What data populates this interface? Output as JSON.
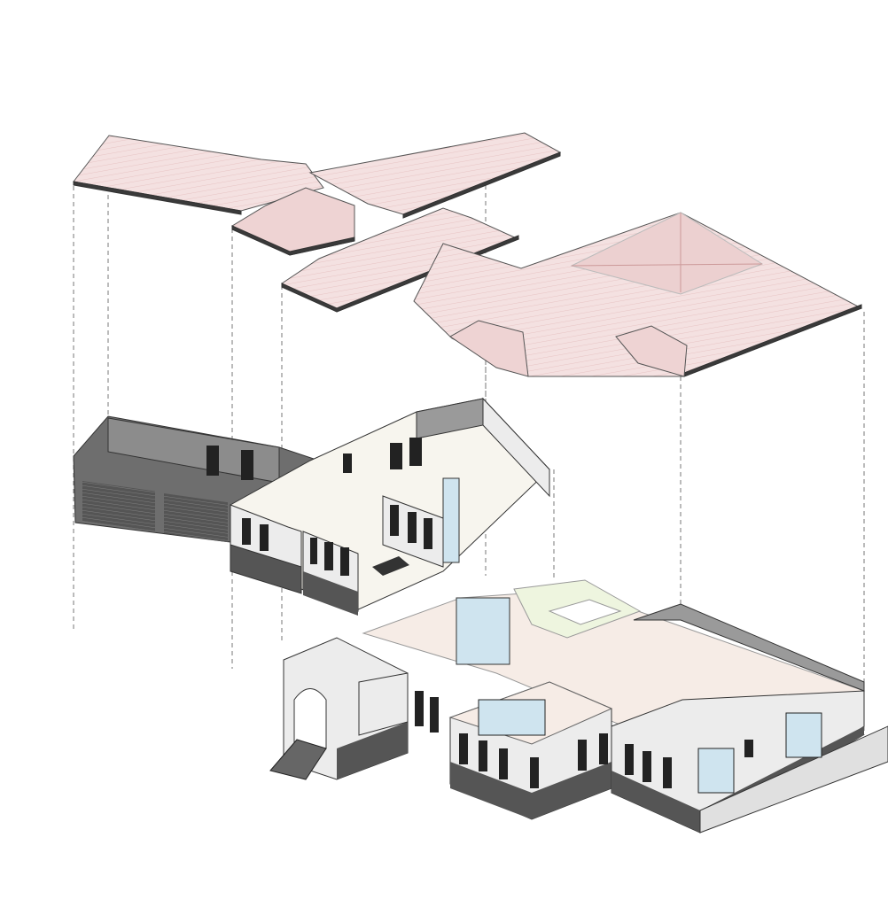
{
  "diagram": {
    "type": "exploded axonometric house model",
    "layers": [
      "roof",
      "upper-floor",
      "ground-floor"
    ],
    "colors": {
      "roof": "#f4e1e1",
      "roof_shade": "#e8c9c9",
      "roof_lines": "#d9a7a7",
      "wall_dark": "#6e6e6e",
      "wall_mid": "#9a9a9a",
      "wall_light": "#ececec",
      "floor": "#f7f5ee",
      "glass": "#cfe4ef",
      "accent_floor": "#eef5df"
    }
  }
}
